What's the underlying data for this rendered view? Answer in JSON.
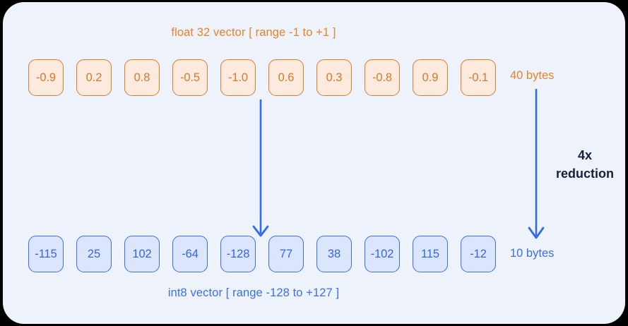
{
  "diagram": {
    "float_caption": "float 32 vector [ range -1 to +1 ]",
    "int8_caption": "int8 vector [ range -128 to +127 ]",
    "bytes_before": "40 bytes",
    "bytes_after": "10 bytes",
    "reduction_factor": "4x",
    "reduction_word": "reduction",
    "float_values": [
      "-0.9",
      "0.2",
      "0.8",
      "-0.5",
      "-1.0",
      "0.6",
      "0.3",
      "-0.8",
      "0.9",
      "-0.1"
    ],
    "int8_values": [
      "-115",
      "25",
      "102",
      "-64",
      "-128",
      "77",
      "38",
      "-102",
      "115",
      "-12"
    ],
    "colors": {
      "card_background": "#eef2fb",
      "orange_border": "#e07b2c",
      "orange_fill": "#fdeade",
      "orange_text": "#e8832a",
      "blue_border": "#3b6ff0",
      "blue_fill": "#dbe5fb",
      "blue_text": "#3366e8",
      "arrow": "#2f6bec",
      "note_text": "#18203a"
    }
  }
}
